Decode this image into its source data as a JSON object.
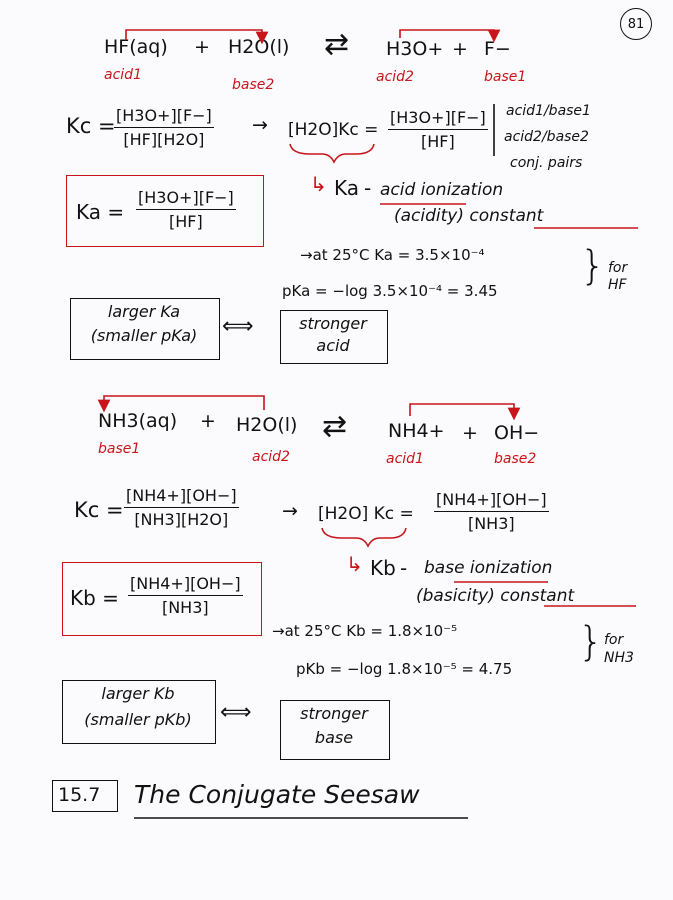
{
  "page_number": "81",
  "hf_section": {
    "reaction": {
      "reactant1": "HF(aq)",
      "plus1": "+",
      "reactant2": "H2O(l)",
      "arrow": "⇄",
      "product1": "H3O+",
      "plus2": "+",
      "product2": "F−"
    },
    "labels": {
      "r1": "acid1",
      "r2": "base2",
      "p1": "acid2",
      "p2": "base1"
    },
    "kc_symbol": "Kc =",
    "kc_num": "[H3O+][F−]",
    "kc_den": "[HF][H2O]",
    "mid_arrow": "→",
    "h2o_kc": "[H2O]Kc =",
    "kc2_num": "[H3O+][F−]",
    "kc2_den": "[HF]",
    "pairs": {
      "line1": "acid1/base1",
      "line2": "acid2/base2",
      "line3": "conj. pairs"
    },
    "ka_desc": {
      "arrow": "↳",
      "symbol": "Ka",
      "dash": "-",
      "line1": "acid ionization",
      "line2": "(acidity) constant"
    },
    "ka_box": {
      "symbol": "Ka =",
      "num": "[H3O+][F−]",
      "den": "[HF]"
    },
    "at25": "→at 25°C  Ka = 3.5×10⁻⁴",
    "pka": "pKa = −log 3.5×10⁻⁴ = 3.45",
    "for_label": "for HF",
    "larger_box": {
      "line1": "larger Ka",
      "line2": "(smaller pKa)"
    },
    "iff": "⟺",
    "stronger_box": {
      "line1": "stronger",
      "line2": "acid"
    }
  },
  "nh3_section": {
    "reaction": {
      "reactant1": "NH3(aq)",
      "plus1": "+",
      "reactant2": "H2O(l)",
      "arrow": "⇄",
      "product1": "NH4+",
      "plus2": "+",
      "product2": "OH−"
    },
    "labels": {
      "r1": "base1",
      "r2": "acid2",
      "p1": "acid1",
      "p2": "base2"
    },
    "kc_symbol": "Kc =",
    "kc_num": "[NH4+][OH−]",
    "kc_den": "[NH3][H2O]",
    "mid_arrow": "→",
    "h2o_kc": "[H2O] Kc =",
    "kc2_num": "[NH4+][OH−]",
    "kc2_den": "[NH3]",
    "kb_desc": {
      "arrow": "↳",
      "symbol": "Kb",
      "dash": "-",
      "line1": "base ionization",
      "line2": "(basicity) constant"
    },
    "kb_box": {
      "symbol": "Kb =",
      "num": "[NH4+][OH−]",
      "den": "[NH3]"
    },
    "at25": "→at 25°C  Kb = 1.8×10⁻⁵",
    "pkb": "pKb = −log 1.8×10⁻⁵ = 4.75",
    "for_label": "for NH3",
    "larger_box": {
      "line1": "larger Kb",
      "line2": "(smaller pKb)"
    },
    "iff": "⟺",
    "stronger_box": {
      "line1": "stronger",
      "line2": "base"
    }
  },
  "section_heading": {
    "number": "15.7",
    "title": "The Conjugate Seesaw"
  },
  "colors": {
    "ink": "#121212",
    "red_ink": "#c8151b",
    "paper": "#fbfbfd"
  }
}
